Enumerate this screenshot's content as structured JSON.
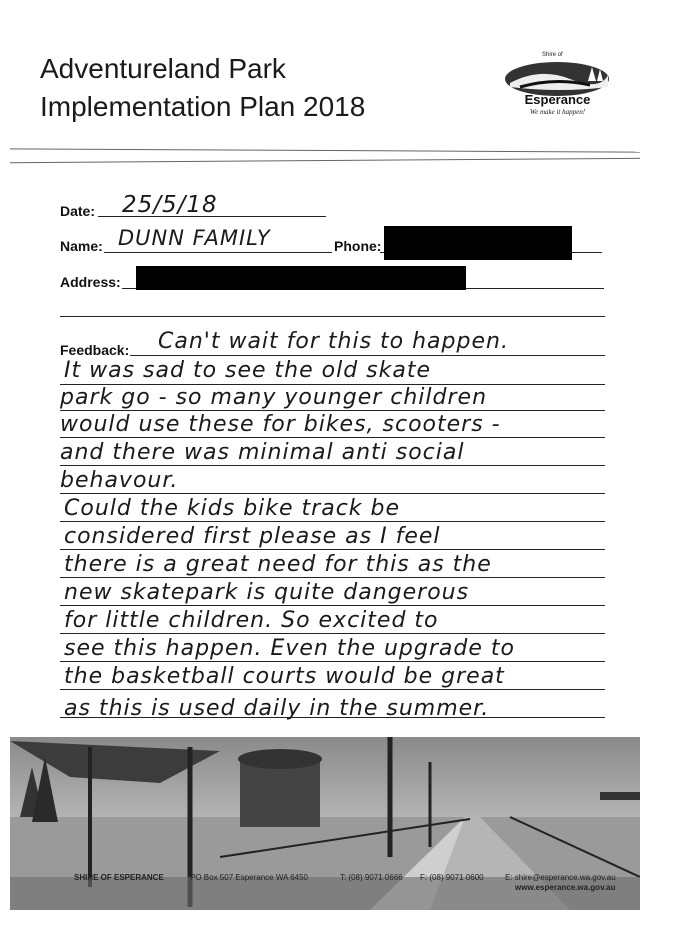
{
  "header": {
    "title_line1": "Adventureland Park",
    "title_line2": "Implementation Plan 2018"
  },
  "logo": {
    "top_text": "Shire of",
    "brand": "Esperance",
    "tagline": "We make it happen!",
    "icon": "esperance-landscape-logo"
  },
  "form": {
    "date_label": "Date:",
    "date_value": "25/5/18",
    "name_label": "Name:",
    "name_value": "DUNN FAMILY",
    "phone_label": "Phone:",
    "address_label": "Address:",
    "feedback_label": "Feedback:",
    "feedback_lines": [
      "Can't wait for this to happen.",
      "It was sad to see the old skate",
      "park go - so many younger children",
      "would use these for bikes, scooters -",
      "and there was minimal anti social",
      "behavour.",
      "Could the kids bike track be",
      "considered first please as I feel",
      "there is a great need for this as the",
      "new skatepark is quite dangerous",
      "for little children. So excited to",
      "see this happen. Even the upgrade to",
      "the basketball courts would be great",
      "as this is used daily in the summer."
    ]
  },
  "footer": {
    "org": "SHIRE OF ESPERANCE",
    "po": "PO Box 507 Esperance WA 6450",
    "tel": "T: (08) 9071 0666",
    "fax": "F: (08) 9071 0600",
    "email": "E: shire@esperance.wa.gov.au",
    "web": "www.esperance.wa.gov.au"
  }
}
